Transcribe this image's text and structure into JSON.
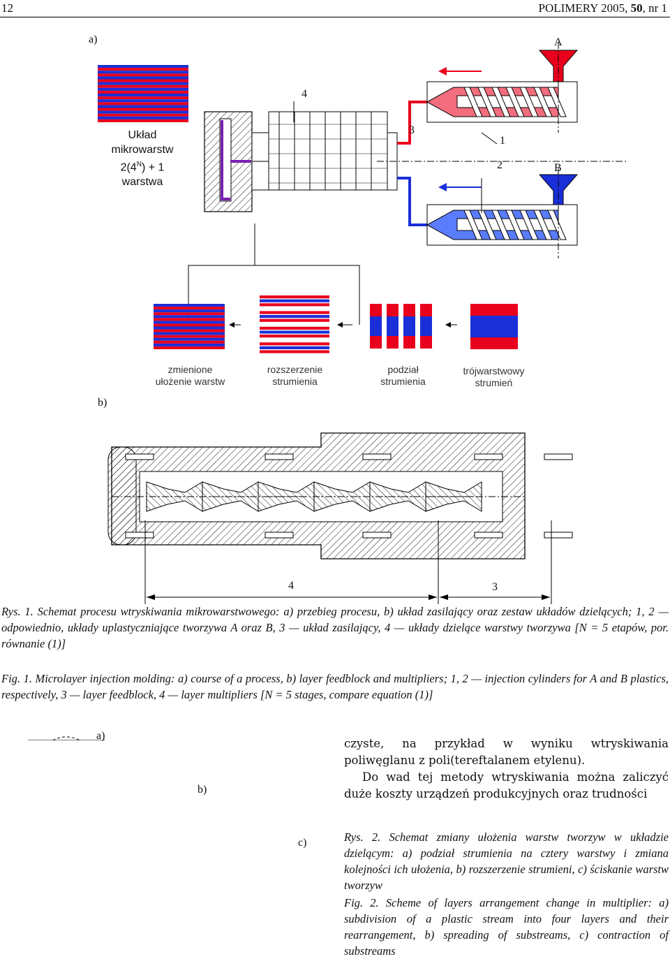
{
  "header": {
    "page_number": "12",
    "journal_prefix": "POLIMERY 2005, ",
    "volume": "50",
    "issue": ", nr 1"
  },
  "fig1": {
    "panel_a": "a)",
    "panel_b": "b)",
    "microlayer_label": [
      "Układ",
      "mikrowarstw"
    ],
    "formula_base": "2(4",
    "formula_sup": "N",
    "formula_rest": ") + 1 warstwa",
    "labels": {
      "A": "A",
      "B": "B",
      "n1": "1",
      "n2": "2",
      "n3": "3",
      "n4": "4"
    },
    "stages": [
      [
        "zmienione",
        "ułożenie warstw"
      ],
      [
        "rozszerzenie",
        "strumienia"
      ],
      [
        "podział",
        "strumienia"
      ],
      [
        "trójwarstwowy",
        "strumień"
      ]
    ],
    "dim_labels": {
      "left": "4",
      "right": "3"
    }
  },
  "caption1_pl": "Rys. 1. Schemat procesu wtryskiwania mikrowarstwowego: a) przebieg procesu, b) układ zasilający oraz zestaw układów dzielących; 1, 2 — odpowiednio, układy uplastyczniające tworzywa A oraz B, 3 — układ zasilający, 4 — układy dzielące warstwy tworzywa [N = 5 etapów, por. równanie (1)]",
  "caption1_en": "Fig. 1. Microlayer injection molding: a) course of a process, b) layer feedblock and multipliers; 1, 2 — injection cylinders for A and B plastics, respectively, 3 — layer feedblock, 4 — layer multipliers [N = 5 stages, compare equation (1)]",
  "fig2": {
    "panel_a": "a)",
    "panel_b": "b)",
    "panel_c": "c)"
  },
  "body": {
    "p1": "czyste, na przykład w wyniku wtryskiwania poliwęglanu z poli(tereftalanem etylenu).",
    "p2": "Do wad tej metody wtryskiwania można zaliczyć duże koszty urządzeń produkcyjnych oraz trudności"
  },
  "caption2_pl": "Rys. 2. Schemat zmiany ułożenia warstw tworzyw w układzie dzielącym: a) podział strumienia na cztery warstwy i zmiana kolejności ich ułożenia, b) rozszerzenie strumieni, c) ściskanie warstw tworzyw",
  "caption2_en": "Fig. 2. Scheme of layers arrangement change in multiplier: a) subdivision of a plastic stream into four layers and their rearrangement, b) spreading of substreams, c) contraction of substreams",
  "colors": {
    "red": "#e8001c",
    "blue": "#1a2fd8",
    "cyan": "#00e5f0",
    "dark": "#333333",
    "grey": "#bdbdbd"
  }
}
